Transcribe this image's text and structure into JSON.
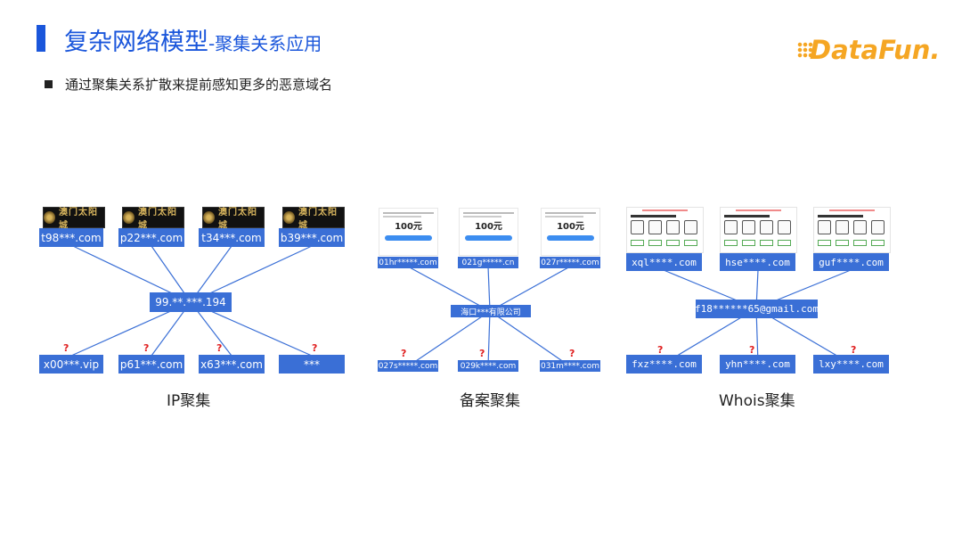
{
  "header": {
    "title_main": "复杂网络模型",
    "title_sub": "-聚集关系应用",
    "logo_text": "DataFun."
  },
  "bullet": "通过聚集关系扩散来提前感知更多的恶意域名",
  "ip_cluster": {
    "caption": "IP聚集",
    "center": "99.**.***.194",
    "top_nodes": [
      "t98***.com",
      "p22***.com",
      "t34***.com",
      "b39***.com"
    ],
    "bottom_nodes": [
      "x00***.vip",
      "p61***.com",
      "x63***.com",
      "***"
    ]
  },
  "icp_cluster": {
    "caption": "备案聚集",
    "center": "海口***有限公司",
    "top_nodes": [
      "01hr*****.com",
      "021g*****.cn",
      "027r*****.com"
    ],
    "bottom_nodes": [
      "027s*****.com",
      "029k****.com",
      "031m****.com"
    ],
    "coupon_amount": "100元"
  },
  "whois_cluster": {
    "caption": "Whois聚集",
    "center": "f18******65@gmail.com",
    "top_nodes": [
      "xql****.com",
      "hse****.com",
      "guf****.com"
    ],
    "bottom_nodes": [
      "fxz****.com",
      "yhn****.com",
      "lxy****.com"
    ]
  },
  "question_mark": "?",
  "casino_label": "澳门太阳城",
  "colors": {
    "accent": "#1a56db",
    "node": "#3a6fd6",
    "question": "#e02020",
    "logo": "#f5a623"
  }
}
